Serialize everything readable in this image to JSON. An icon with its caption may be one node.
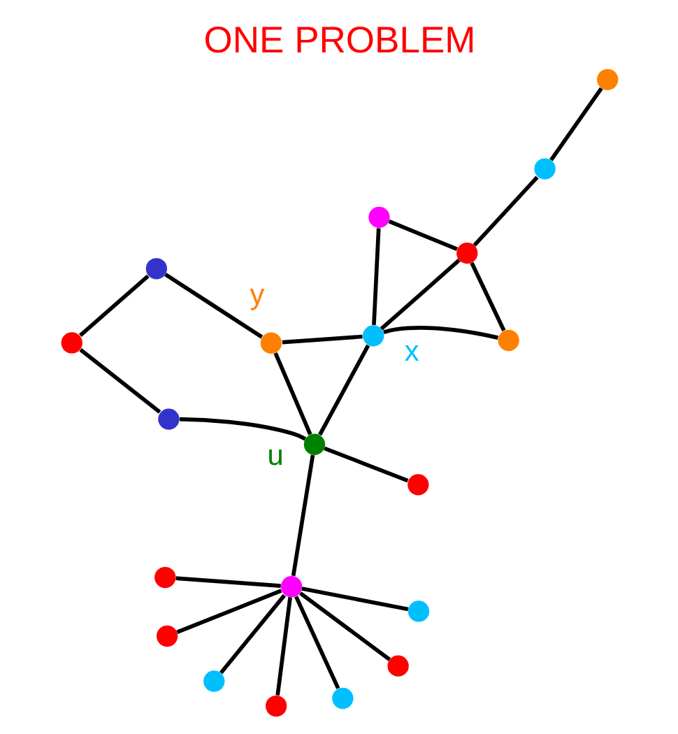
{
  "diagram": {
    "title": "ONE PROBLEM",
    "nodes": [
      {
        "text": [],
        "shape": "circle"
      },
      {
        "text": [],
        "shape": "circle"
      },
      {
        "text": [],
        "shape": "circle"
      },
      {
        "text": [],
        "shape": "circle"
      },
      {
        "text": [],
        "shape": "circle"
      },
      {
        "text": [],
        "shape": "circle"
      },
      {
        "text": [],
        "shape": "circle"
      },
      {
        "text": [],
        "shape": "circle"
      },
      {
        "text": [],
        "shape": "circle"
      },
      {
        "text": [],
        "shape": "circle"
      },
      {
        "text": [],
        "shape": "circle"
      },
      {
        "text": [],
        "shape": "circle"
      },
      {
        "text": [],
        "shape": "circle",
        "beside": [
          "x"
        ]
      },
      {
        "text": [],
        "shape": "circle"
      },
      {
        "text": [],
        "shape": "circle",
        "beside": [
          "y"
        ]
      },
      {
        "text": [],
        "shape": "circle",
        "beside": [
          "u"
        ]
      },
      {
        "text": [],
        "shape": "circle"
      },
      {
        "text": [],
        "shape": "circle"
      },
      {
        "text": [],
        "shape": "circle"
      },
      {
        "text": [],
        "shape": "circle"
      }
    ],
    "edges": [
      {
        "from": 0,
        "to": 1,
        "arrow": "none"
      },
      {
        "from": 0,
        "to": 3,
        "arrow": "none"
      },
      {
        "from": 3,
        "to": 2,
        "arrow": "none"
      },
      {
        "from": 3,
        "to": 12,
        "arrow": "none"
      },
      {
        "from": 3,
        "to": 13,
        "arrow": "none"
      },
      {
        "from": 2,
        "to": 12,
        "arrow": "none"
      },
      {
        "from": 12,
        "to": 14,
        "arrow": "none"
      },
      {
        "from": 13,
        "to": 12,
        "arrow": "none"
      },
      {
        "from": 12,
        "to": 15,
        "arrow": "none"
      },
      {
        "from": 15,
        "to": 10,
        "arrow": "none"
      },
      {
        "from": 15,
        "to": 14,
        "arrow": "none"
      },
      {
        "from": 15,
        "to": 17,
        "arrow": "none"
      },
      {
        "from": 15,
        "to": 18,
        "arrow": "none"
      },
      {
        "from": 18,
        "to": 19,
        "arrow": "none"
      },
      {
        "from": 19,
        "to": 16,
        "arrow": "none"
      },
      {
        "from": 16,
        "to": 14,
        "arrow": "none"
      },
      {
        "from": 10,
        "to": 4,
        "arrow": "none"
      },
      {
        "from": 10,
        "to": 5,
        "arrow": "none"
      },
      {
        "from": 10,
        "to": 6,
        "arrow": "none"
      },
      {
        "from": 10,
        "to": 7,
        "arrow": "none"
      },
      {
        "from": 10,
        "to": 8,
        "arrow": "none"
      },
      {
        "from": 10,
        "to": 9,
        "arrow": "none"
      },
      {
        "from": 10,
        "to": 11,
        "arrow": "none"
      }
    ]
  }
}
